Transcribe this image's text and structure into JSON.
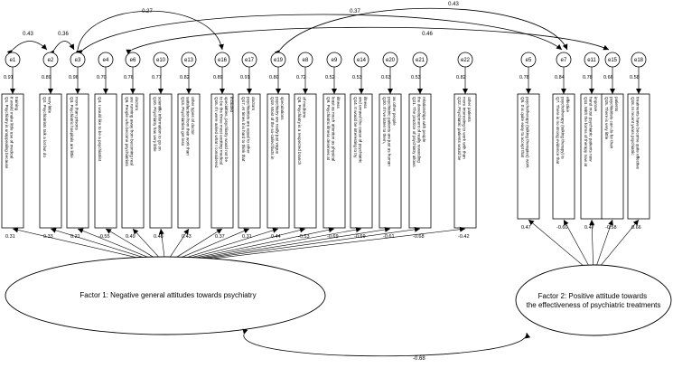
{
  "errors": [
    "e1",
    "e2",
    "e3",
    "e4",
    "e6",
    "e10",
    "e13",
    "e16",
    "e17",
    "e19",
    "e8",
    "e9",
    "e14",
    "e20",
    "e21",
    "e22",
    "e5",
    "e7",
    "e11",
    "e15",
    "e18"
  ],
  "error_loadings": [
    "0.91",
    "0.89",
    "0.96",
    "0.70",
    "0.76",
    "0.77",
    "0.82",
    "0.89",
    "0.91",
    "0.80",
    "0.72",
    "0.52",
    "0.53",
    "0.63",
    "0.53",
    "0.82",
    "0.78",
    "0.84",
    "0.78",
    "0.66",
    "0.58"
  ],
  "items": [
    "Q1. Psychiatry is unappealing because it would make little use of medical training",
    "Q2. Psychiatrists talk a lot but do very little",
    "Q3. Psychiatric hospitals are little more than prisons",
    "Q4. I would like to be a psychiatrist",
    "Q6. People who become psychiatrists are running away from becoming real doctors",
    "Q10. Psychiatry has very little scientific information to go on",
    "Q13. Psychiatrists get less satisfaction from their work than other types of doctor",
    "Q16. If I were asked what I considered to be the three most exciting medical specialties, psychiatry would not be included",
    "Q17. At times it is hard to think that psychiatrists are equal to other doctors",
    "Q19. Most of the so-called facts in psychiatry are really just vague speculations",
    "Q8. Psychiatry is a respected branch of medicine",
    "Q9. Psychiatric illness deserves at least as much attention as physical illness",
    "Q14. It would be interesting to try and unravel the cause of psychiatric illness",
    "Q20. If I've listen to them, psychiatric patients are just as human as other people",
    "Q21. The practice of psychiatry allows the development of really rewarding relationships with people",
    "Q22. Psychiatric patients would be more interesting to work with than other patients",
    "Q5. It is quite easy to accept that psychotherapy (talking therapies) work",
    "Q7. There is no strong evidence that psychotherapy (talking therapy) is effective",
    "Q11. With the forms of therapy now at hand most psychiatric patients now improve",
    "Q15. There is very little psychiatrists can do for their patients",
    "Q18. In recent years psychiatric treatments have become quite effective"
  ],
  "factor_loadings": [
    "0.31",
    "0.33",
    "0.21",
    "-0.55",
    "0.49",
    "0.48",
    "0.43",
    "0.37",
    "0.31",
    "0.44",
    "-0.53",
    "-0.69",
    "-0.69",
    "-0.61",
    "-0.68",
    "-0.42",
    "0.47",
    "-0.60",
    "0.47",
    "-0.58",
    "0.66"
  ],
  "factors": {
    "f1": "Factor 1: Negative general attitudes towards psychiatry",
    "f2": "Factor 2: Positive attitude towards the effectiveness of psychiatric treatments"
  },
  "covariances": {
    "e1_e2": "0.43",
    "e2_e3": "0.36",
    "e3_e16": "0.27",
    "e3_e7": "0.37",
    "e6_e15": "0.46",
    "e19_e7": "0.43",
    "f1_f2": "-0.68"
  }
}
